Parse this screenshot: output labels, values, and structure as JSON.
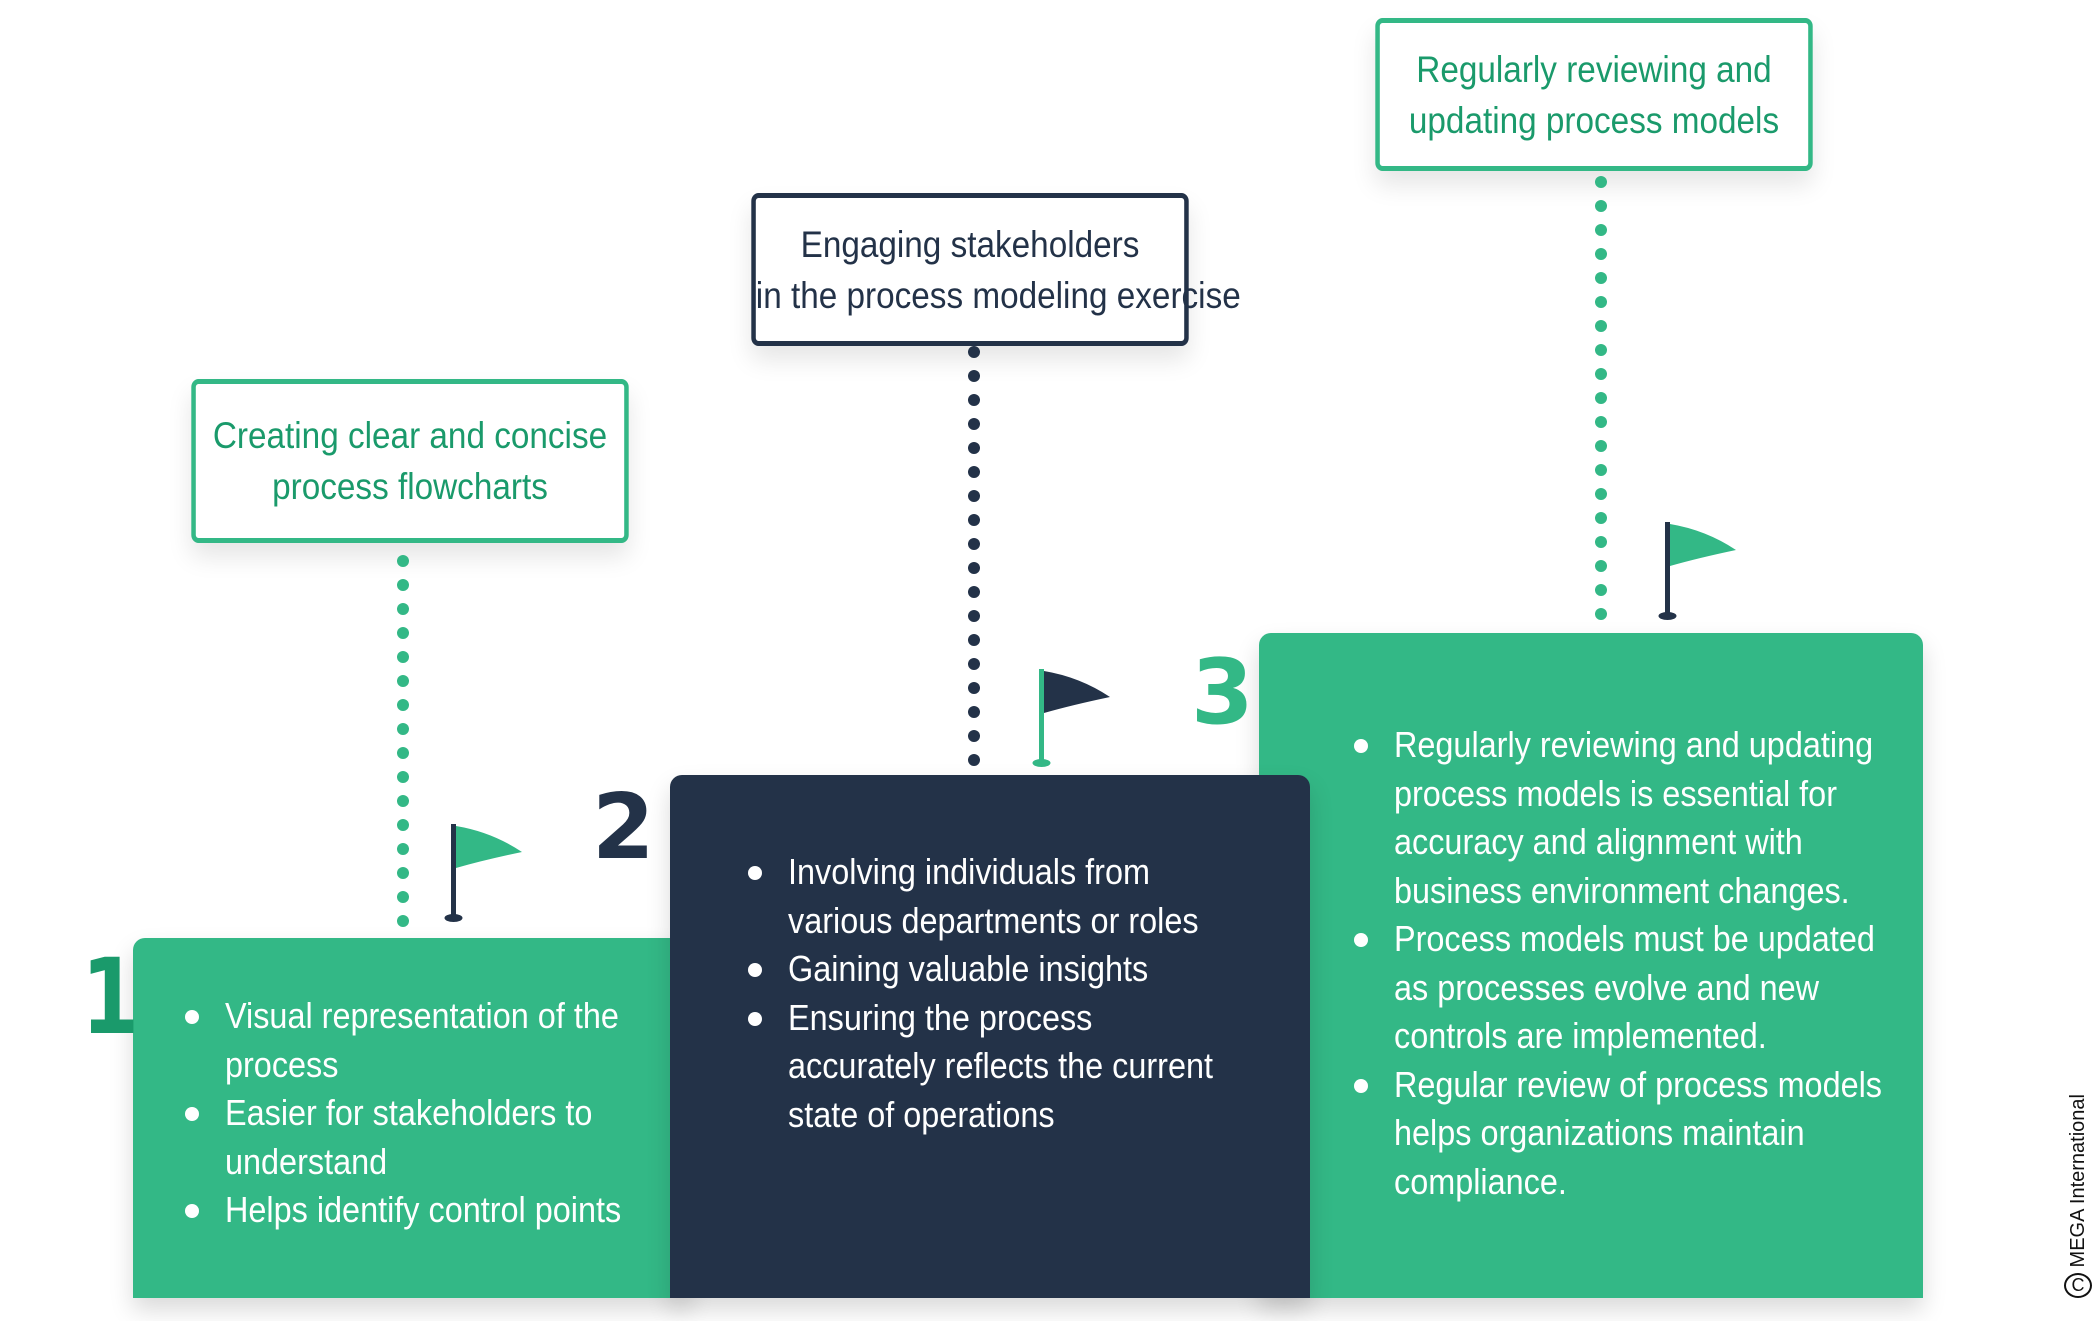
{
  "colors": {
    "green": "#33b886",
    "green_text": "#1a9a6b",
    "navy": "#233248",
    "white": "#ffffff"
  },
  "steps": [
    {
      "number": "1",
      "title_lines": [
        "Creating clear and concise",
        "process flowcharts"
      ],
      "bullets": [
        "Visual representation of the process",
        "Easier for stakeholders to understand",
        "Helps identify control points"
      ],
      "flag_icon": "flag-icon"
    },
    {
      "number": "2",
      "title_lines": [
        "Engaging stakeholders",
        "in the process modeling exercise"
      ],
      "bullets": [
        "Involving individuals from various departments or roles",
        "Gaining valuable insights",
        "Ensuring the process accurately reflects the current state of operations"
      ],
      "flag_icon": "flag-icon"
    },
    {
      "number": "3",
      "title_lines": [
        "Regularly reviewing and",
        "updating process models"
      ],
      "bullets": [
        "Regularly reviewing and updating process models is essential for accuracy and alignment with business environment changes.",
        "Process models must be updated as processes evolve and new controls are implemented.",
        "Regular review of process models helps organizations maintain compliance."
      ],
      "flag_icon": "flag-icon"
    }
  ],
  "copyright": {
    "symbol": "C",
    "text": "MEGA International"
  }
}
